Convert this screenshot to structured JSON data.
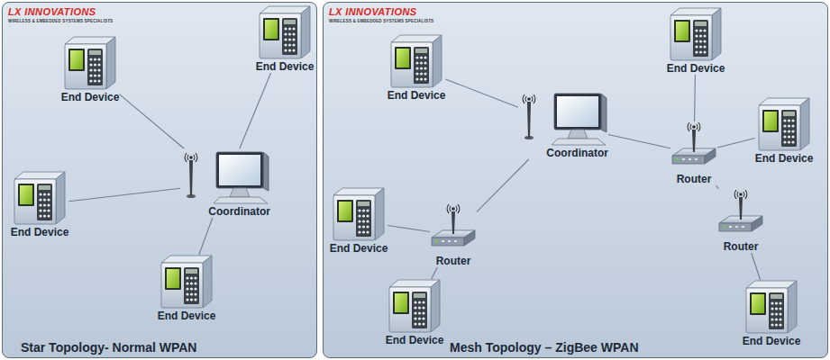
{
  "diagram": {
    "nodes": [
      {
        "text": [
          "LX INNOVATIONS",
          "WIRELESS & EMBEDDED SYSTEMS SPECIALISTS",
          "Star Topology- Normal WPAN"
        ]
      },
      {
        "text": [
          "LX INNOVATIONS",
          "WIRELESS & EMBEDDED SYSTEMS SPECIALISTS",
          "Mesh Topology – ZigBee WPAN"
        ]
      },
      {
        "text": [
          "End Device"
        ],
        "in": 0
      },
      {
        "text": [
          "End Device"
        ],
        "in": 0
      },
      {
        "text": [
          "Coordinator"
        ],
        "in": 0
      },
      {
        "text": [
          "End Device"
        ],
        "in": 0
      },
      {
        "text": [
          "End Device"
        ],
        "in": 0
      },
      {
        "text": [
          "End Device"
        ],
        "in": 1
      },
      {
        "text": [
          "End Device"
        ],
        "in": 1
      },
      {
        "text": [
          "Coordinator"
        ],
        "in": 1
      },
      {
        "text": [
          "End Device"
        ],
        "in": 1
      },
      {
        "text": [
          "Router"
        ],
        "in": 1
      },
      {
        "text": [
          "End Device"
        ],
        "in": 1
      },
      {
        "text": [
          "Router"
        ],
        "in": 1
      },
      {
        "text": [
          "Router"
        ],
        "in": 1
      },
      {
        "text": [
          "End Device"
        ],
        "in": 1
      },
      {
        "text": [
          "End Device"
        ],
        "in": 1
      }
    ],
    "edges": [
      {
        "from": 4,
        "to": 2,
        "arrow": "none"
      },
      {
        "from": 4,
        "to": 3,
        "arrow": "none"
      },
      {
        "from": 4,
        "to": 5,
        "arrow": "none"
      },
      {
        "from": 4,
        "to": 6,
        "arrow": "none"
      },
      {
        "from": 9,
        "to": 7,
        "arrow": "none"
      },
      {
        "from": 9,
        "to": 11,
        "arrow": "none"
      },
      {
        "from": 11,
        "to": 8,
        "arrow": "none"
      },
      {
        "from": 11,
        "to": 10,
        "arrow": "none"
      },
      {
        "from": 11,
        "to": 14,
        "arrow": "none"
      },
      {
        "from": 14,
        "to": 16,
        "arrow": "none"
      },
      {
        "from": 9,
        "to": 13,
        "arrow": "none"
      },
      {
        "from": 13,
        "to": 12,
        "arrow": "none"
      },
      {
        "from": 13,
        "to": 15,
        "arrow": "none"
      }
    ]
  }
}
